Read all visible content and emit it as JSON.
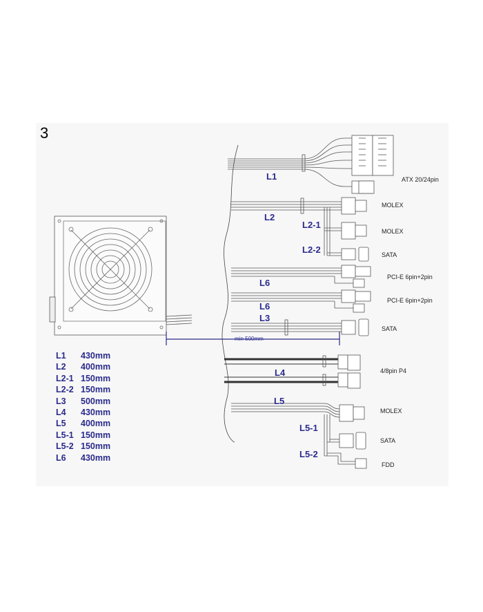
{
  "figure_number": "3",
  "cables": {
    "L1": "L1",
    "L2": "L2",
    "L2_1": "L2-1",
    "L2_2": "L2-2",
    "L6_a": "L6",
    "L6_b": "L6",
    "L3": "L3",
    "L4": "L4",
    "L5": "L5",
    "L5_1": "L5-1",
    "L5_2": "L5-2"
  },
  "connectors": {
    "atx": "ATX 20/24pin",
    "molex_1": "MOLEX",
    "molex_2": "MOLEX",
    "sata_1": "SATA",
    "pcie_1": "PCI-E  6pin+2pin",
    "pcie_2": "PCI-E  6pin+2pin",
    "sata_2": "SATA",
    "p4": "4/8pin P4",
    "molex_3": "MOLEX",
    "sata_3": "SATA",
    "fdd": "FDD"
  },
  "min_length": "min 500mm",
  "legend": [
    {
      "cable": "L1",
      "length": "430mm"
    },
    {
      "cable": "L2",
      "length": "400mm"
    },
    {
      "cable": "L2-1",
      "length": "150mm"
    },
    {
      "cable": "L2-2",
      "length": "150mm"
    },
    {
      "cable": "L3",
      "length": "500mm"
    },
    {
      "cable": "L4",
      "length": "430mm"
    },
    {
      "cable": "L5",
      "length": "400mm"
    },
    {
      "cable": "L5-1",
      "length": "150mm"
    },
    {
      "cable": "L5-2",
      "length": "150mm"
    },
    {
      "cable": "L6",
      "length": "430mm"
    }
  ]
}
